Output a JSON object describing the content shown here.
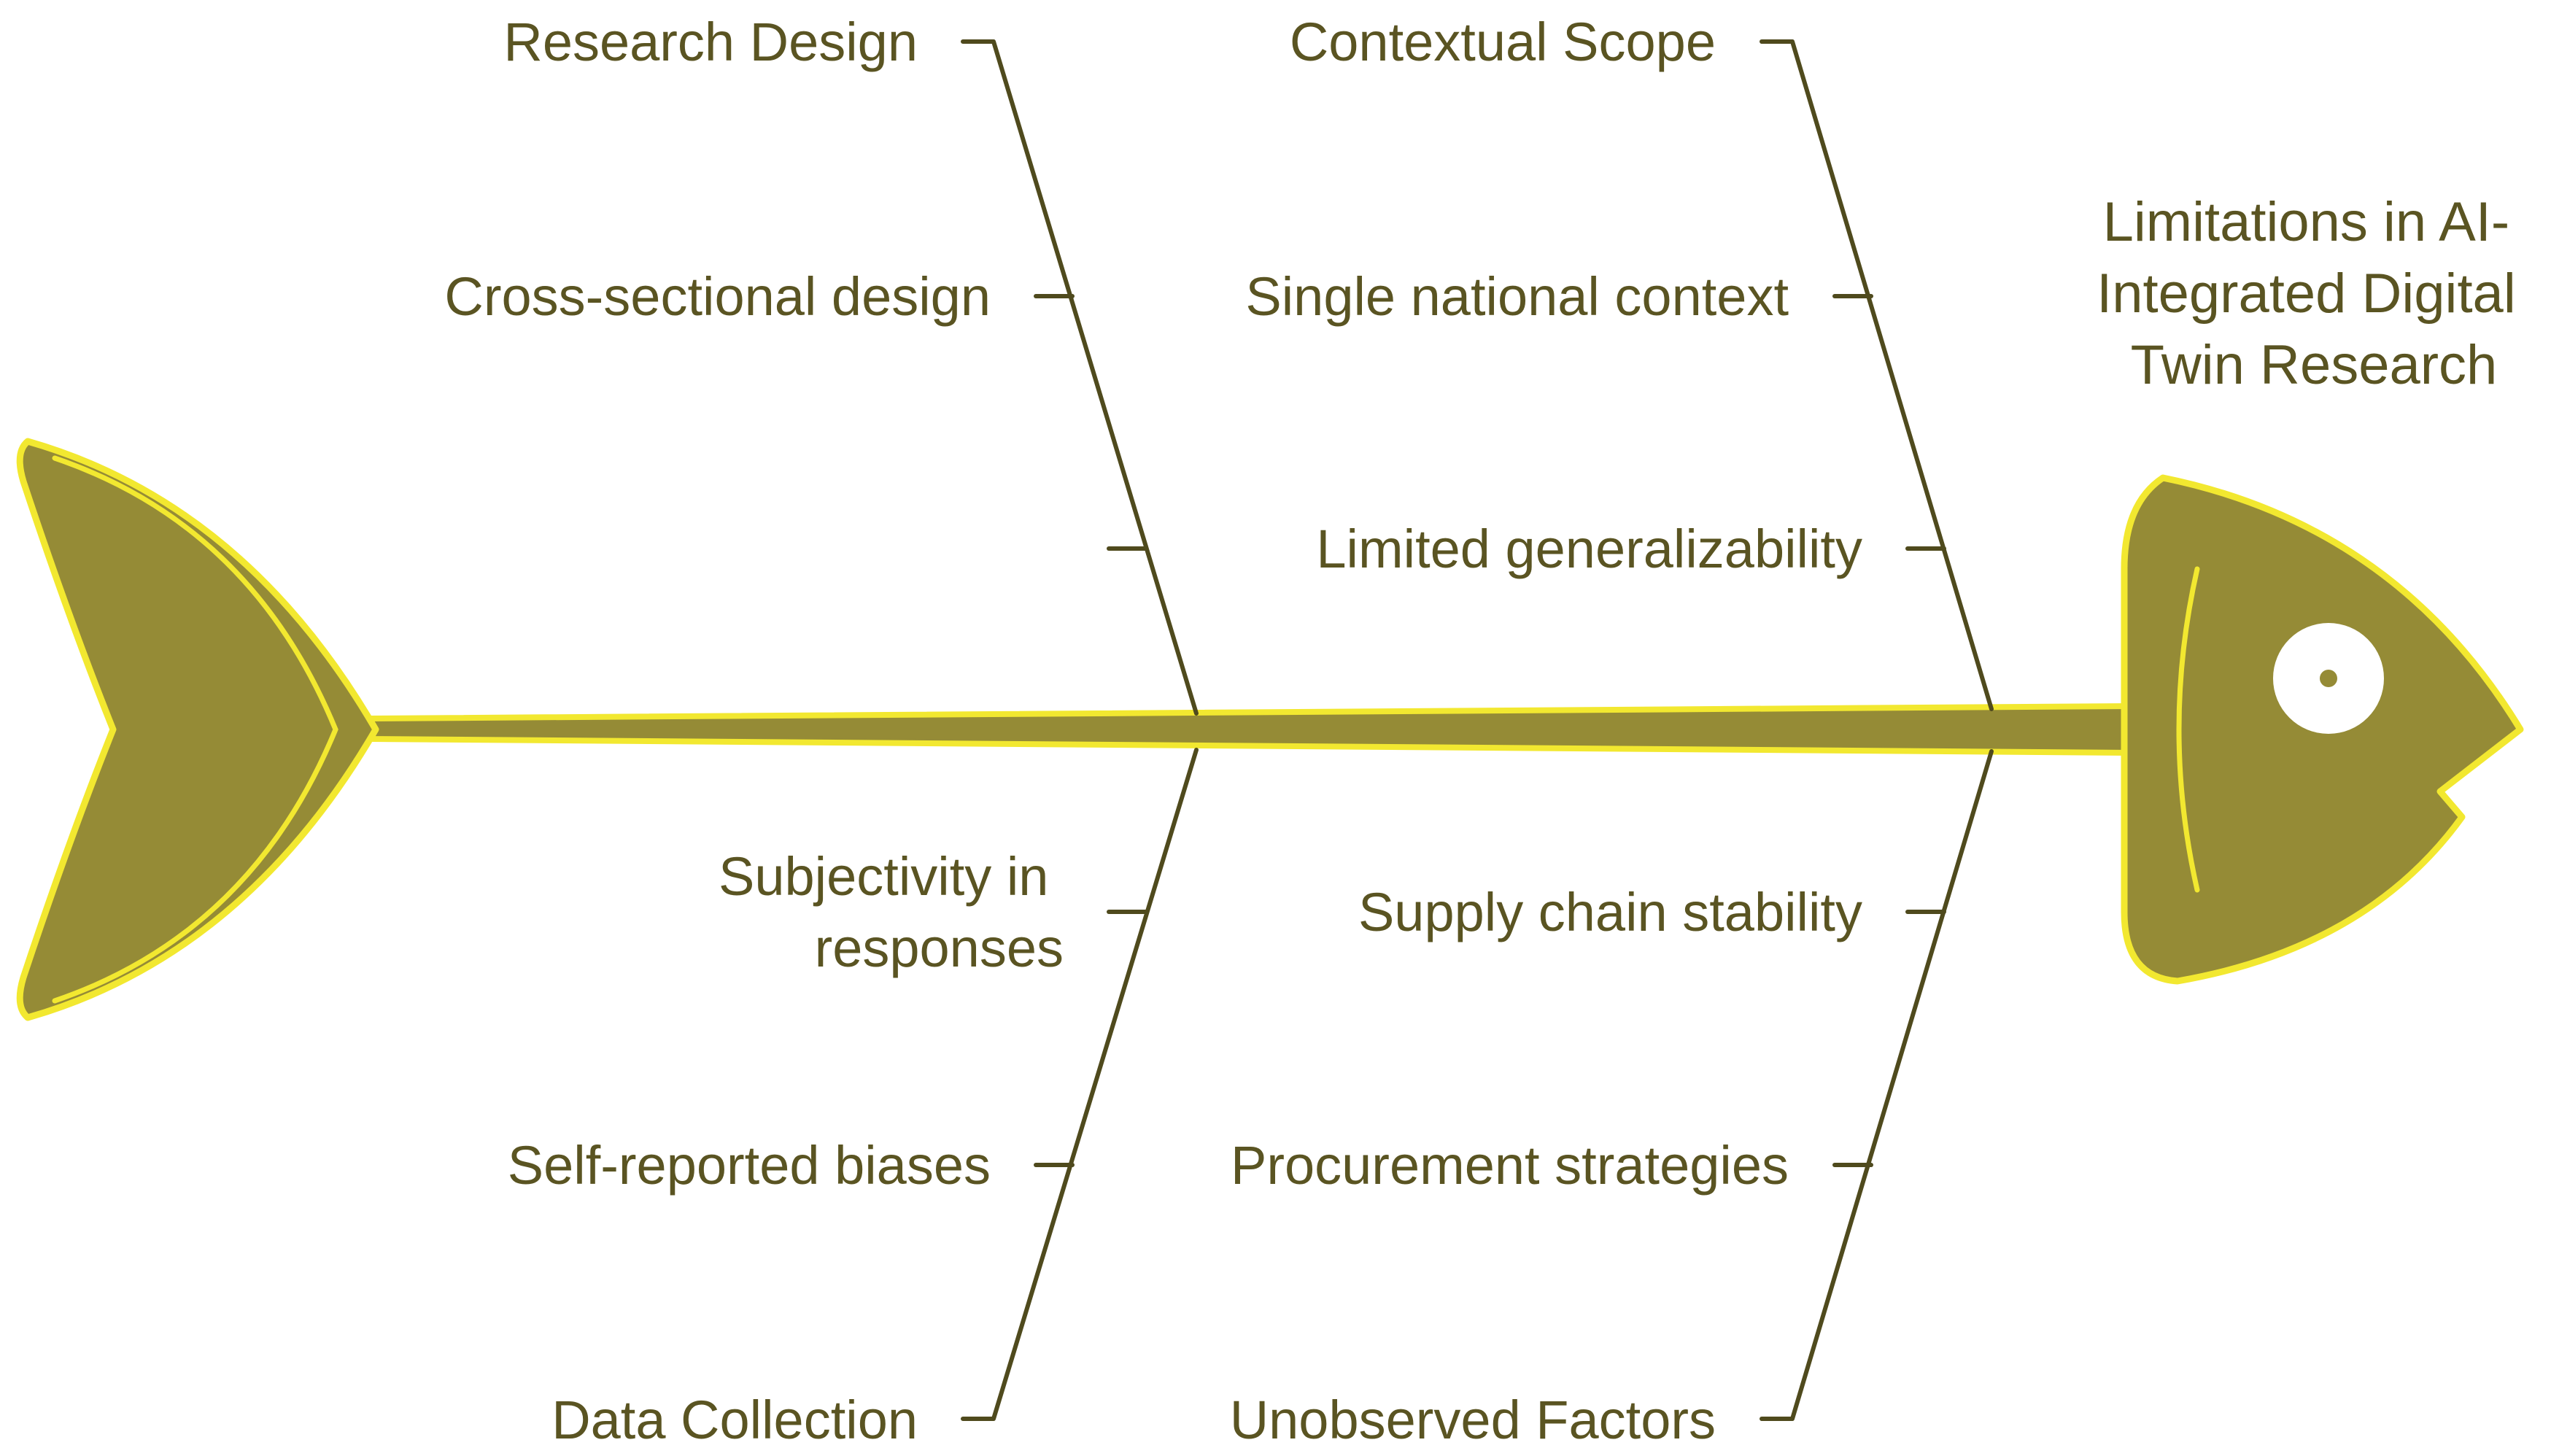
{
  "effect": {
    "title_lines": [
      "Limitations in AI-",
      "Integrated Digital",
      "Twin Research"
    ]
  },
  "categories": {
    "research_design": {
      "label": "Research Design",
      "causes": [
        "Cross-sectional design",
        ""
      ]
    },
    "contextual_scope": {
      "label": "Contextual Scope",
      "causes": [
        "Single national context",
        "Limited generalizability"
      ]
    },
    "data_collection": {
      "label": "Data Collection",
      "causes": [
        "Subjectivity in responses",
        "Self-reported biases"
      ],
      "cause_lines": [
        [
          "Subjectivity in",
          "responses"
        ],
        [
          "Self-reported biases"
        ]
      ]
    },
    "unobserved_factors": {
      "label": "Unobserved Factors",
      "causes": [
        "Supply chain stability",
        "Procurement strategies"
      ]
    }
  },
  "colors": {
    "fish_fill": "#958b36",
    "fish_outline": "#f2e830",
    "line": "#4f4a1d",
    "text": "#5a5422",
    "eye_white": "#ffffff"
  },
  "icons": {
    "head": "fish-head-icon",
    "tail": "fish-tail-icon",
    "eye": "fish-eye-icon"
  }
}
